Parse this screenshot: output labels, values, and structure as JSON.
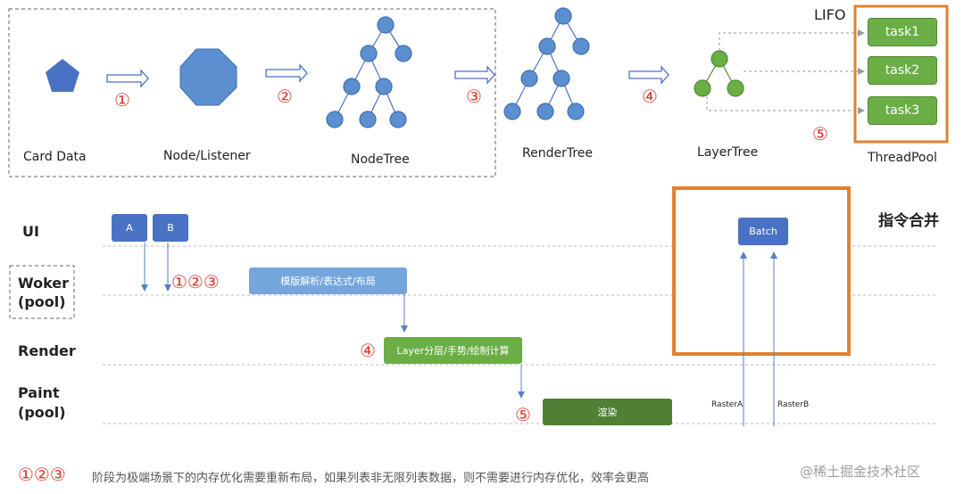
{
  "top_flow": {
    "stages": [
      {
        "label": "Card Data"
      },
      {
        "label": "Node/Listener"
      },
      {
        "label": "NodeTree"
      },
      {
        "label": "RenderTree"
      },
      {
        "label": "LayerTree"
      },
      {
        "label": "ThreadPool"
      }
    ],
    "step_markers": [
      "①",
      "②",
      "③",
      "④",
      "⑤"
    ],
    "lifo_label": "LIFO",
    "tasks": [
      "task1",
      "task2",
      "task3"
    ]
  },
  "lanes": [
    {
      "label": "UI"
    },
    {
      "label": "Woker\n(pool)"
    },
    {
      "label": "Render"
    },
    {
      "label": "Paint\n(pool)"
    }
  ],
  "boxes": {
    "a": "A",
    "b": "B",
    "worker_task": "模版解析/表达式/布局",
    "render_task": "Layer分层/手势/绘制计算",
    "paint_task": "渲染",
    "batch": "Batch"
  },
  "step_notes": {
    "worker": "①②③",
    "render": "④",
    "paint": "⑤"
  },
  "raster_labels": [
    "RasterA",
    "RasterB"
  ],
  "batch_title": "指令合并",
  "footer": {
    "markers": "①②③",
    "text": "阶段为极端场景下的内存优化需要重新布局，如果列表非无限列表数据，则不需要进行内存优化，效率会更高",
    "watermark": "@稀土掘金技术社区"
  },
  "colors": {
    "node_blue": "#5b8fd0",
    "layer_green": "#6aae45",
    "paint_green": "#4f8033",
    "highlight_orange": "#e2812f",
    "marker_red": "#e0392f"
  }
}
